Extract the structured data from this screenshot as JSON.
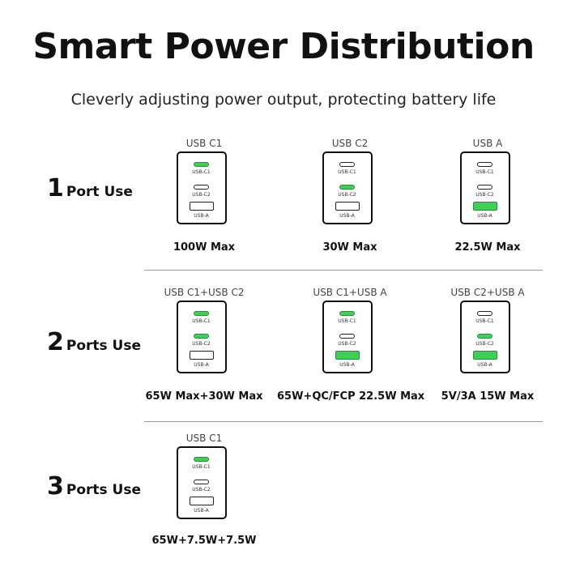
{
  "title": "Smart Power Distribution",
  "subtitle": "Cleverly adjusting power output, protecting battery life",
  "port_labels": {
    "c1": "USB-C1",
    "c2": "USB-C2",
    "a": "USB-A"
  },
  "rows": [
    {
      "number": "1",
      "label": "Port Use",
      "cells": [
        {
          "combo": "USB C1",
          "power": "100W Max",
          "active": {
            "c1": true,
            "c2": false,
            "a": false
          }
        },
        {
          "combo": "USB C2",
          "power": "30W Max",
          "active": {
            "c1": false,
            "c2": true,
            "a": false
          }
        },
        {
          "combo": "USB A",
          "power": "22.5W Max",
          "active": {
            "c1": false,
            "c2": false,
            "a": true
          }
        }
      ]
    },
    {
      "number": "2",
      "label": "Ports Use",
      "cells": [
        {
          "combo": "USB C1+USB C2",
          "power": "65W Max+30W Max",
          "active": {
            "c1": true,
            "c2": true,
            "a": false
          }
        },
        {
          "combo": "USB C1+USB A",
          "power": "65W+QC/FCP 22.5W Max",
          "active": {
            "c1": true,
            "c2": false,
            "a": true
          }
        },
        {
          "combo": "USB C2+USB A",
          "power": "5V/3A 15W Max",
          "active": {
            "c1": false,
            "c2": true,
            "a": true
          }
        }
      ]
    },
    {
      "number": "3",
      "label": "Ports Use",
      "cells": [
        {
          "combo": "USB C1",
          "power": "65W+7.5W+7.5W",
          "active": {
            "c1": true,
            "c2": false,
            "a": false
          }
        }
      ]
    }
  ],
  "colors": {
    "active_port": "#3fcf55",
    "outline": "#111111",
    "divider": "#9a9a9a"
  }
}
